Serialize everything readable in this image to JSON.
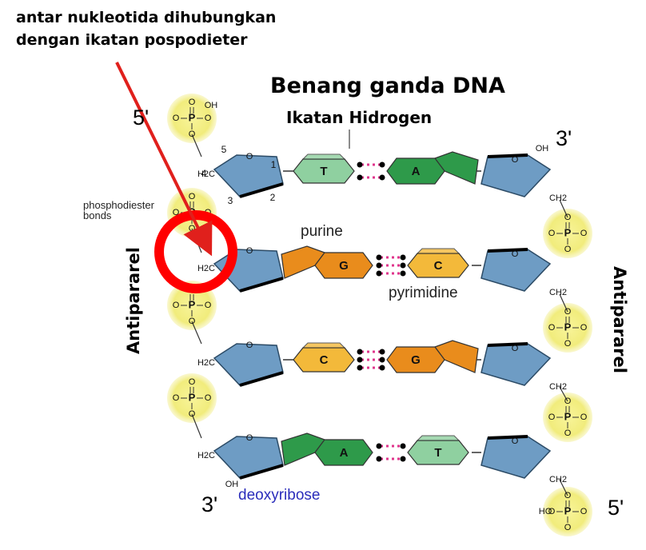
{
  "annotation": {
    "line1": "antar nukleotida dihubungkan",
    "line2": "dengan ikatan pospodieter"
  },
  "title": "Benang ganda DNA",
  "hydrogen_bond_label": "Ikatan Hidrogen",
  "side_labels": {
    "left": "Antipararel",
    "right": "Antipararel"
  },
  "primes": {
    "top_left": "5'",
    "top_right": "3'",
    "bottom_left": "3'",
    "bottom_right": "5'"
  },
  "labels": {
    "phosphodiester_line1": "phosphodiester",
    "phosphodiester_line2": "bonds",
    "purine": "purine",
    "pyrimidine": "pyrimidine",
    "deoxyribose": "deoxyribose"
  },
  "atoms": {
    "phosphorus": "P",
    "oxygen": "O",
    "hydroxyl": "OH",
    "hydroxyl_h": "HO",
    "ch2": "H2C",
    "ch2_right": "CH2"
  },
  "carbon_numbers": [
    "1",
    "2",
    "3",
    "4",
    "5"
  ],
  "base_pairs": [
    {
      "left": "T",
      "right": "A"
    },
    {
      "left": "G",
      "right": "C"
    },
    {
      "left": "C",
      "right": "G"
    },
    {
      "left": "A",
      "right": "T"
    }
  ],
  "colors": {
    "sugar": "#6e9cc4",
    "phosphate_glow": "#f4f08a",
    "purine_A": "#2e9a4a",
    "pyrimidine_T": "#8fd0a0",
    "purine_G": "#e98c1c",
    "pyrimidine_C": "#f3b93a",
    "hbond": "#e0358c",
    "highlight": "#ff0000",
    "deoxyribose_text": "#2b2dbb"
  }
}
